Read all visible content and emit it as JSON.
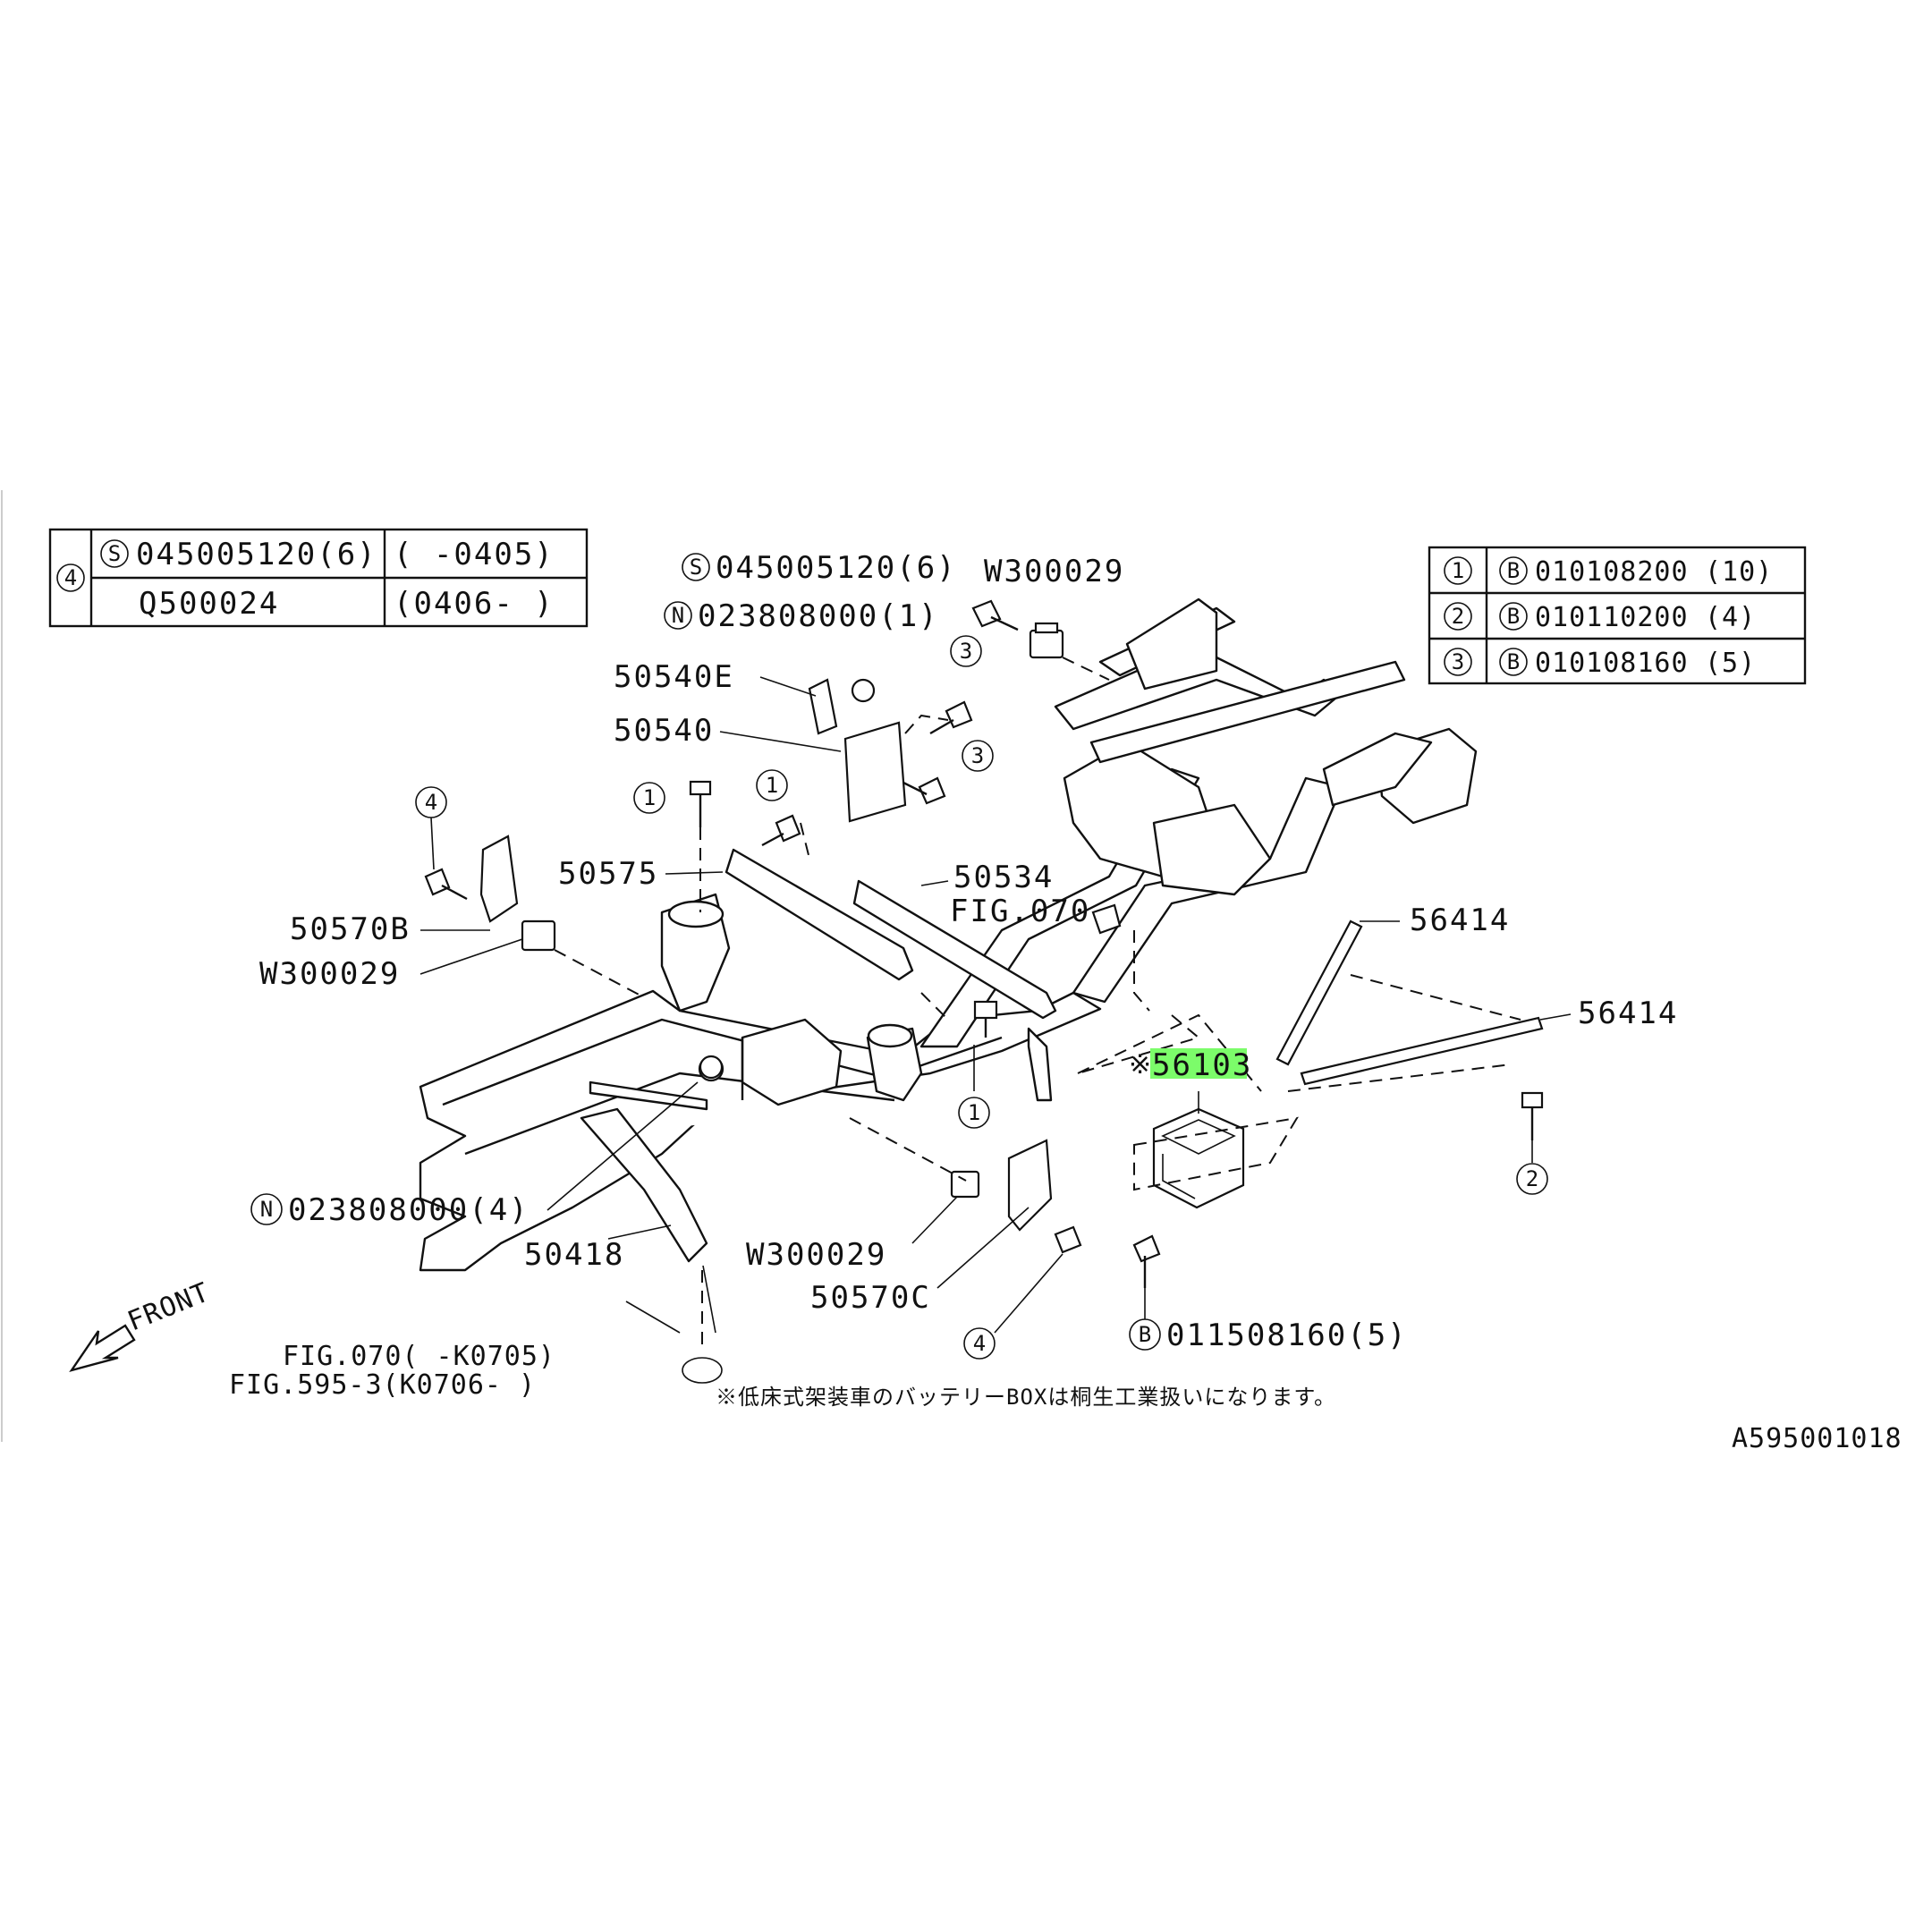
{
  "diagram_id": "A595001018",
  "highlight_color": "#7CFC6A",
  "table_left": {
    "ref": "4",
    "rows": [
      {
        "prefix": "S",
        "part": "045005120(6)",
        "range": "(    -0405)"
      },
      {
        "prefix": "",
        "part": "Q500024",
        "range": "(0406-    )"
      }
    ]
  },
  "table_right": {
    "rows": [
      {
        "ref": "1",
        "prefix": "B",
        "part": "010108200",
        "qty": "(10)"
      },
      {
        "ref": "2",
        "prefix": "B",
        "part": "010110200",
        "qty": "(4)"
      },
      {
        "ref": "3",
        "prefix": "B",
        "part": "010108160",
        "qty": "(5)"
      }
    ]
  },
  "labels": {
    "s_045005120": "045005120(6)",
    "s_prefix": "S",
    "n_prefix": "N",
    "b_prefix": "B",
    "w300029_top": "W300029",
    "n_023808000_1": "023808000(1)",
    "p50540e": "50540E",
    "p50540": "50540",
    "p50575": "50575",
    "p50534": "50534",
    "fig070_mid": "FIG.070",
    "p50570b": "50570B",
    "w300029_left": "W300029",
    "p56414_a": "56414",
    "p56414_b": "56414",
    "p56103_mark": "※",
    "p56103": "56103",
    "n_023808000_4": "023808000(4)",
    "p50418": "50418",
    "w300029_bottom": "W300029",
    "p50570c": "50570C",
    "b_011508160": "011508160(5)",
    "fig070_bottom": "FIG.070(     -K0705)",
    "fig595": "FIG.595-3(K0706-     )",
    "front": "FRONT",
    "footnote": "※低床式架装車のバッテリーBOXは桐生工業扱いになります。",
    "ref1": "1",
    "ref2": "2",
    "ref3": "3",
    "ref4": "4"
  }
}
